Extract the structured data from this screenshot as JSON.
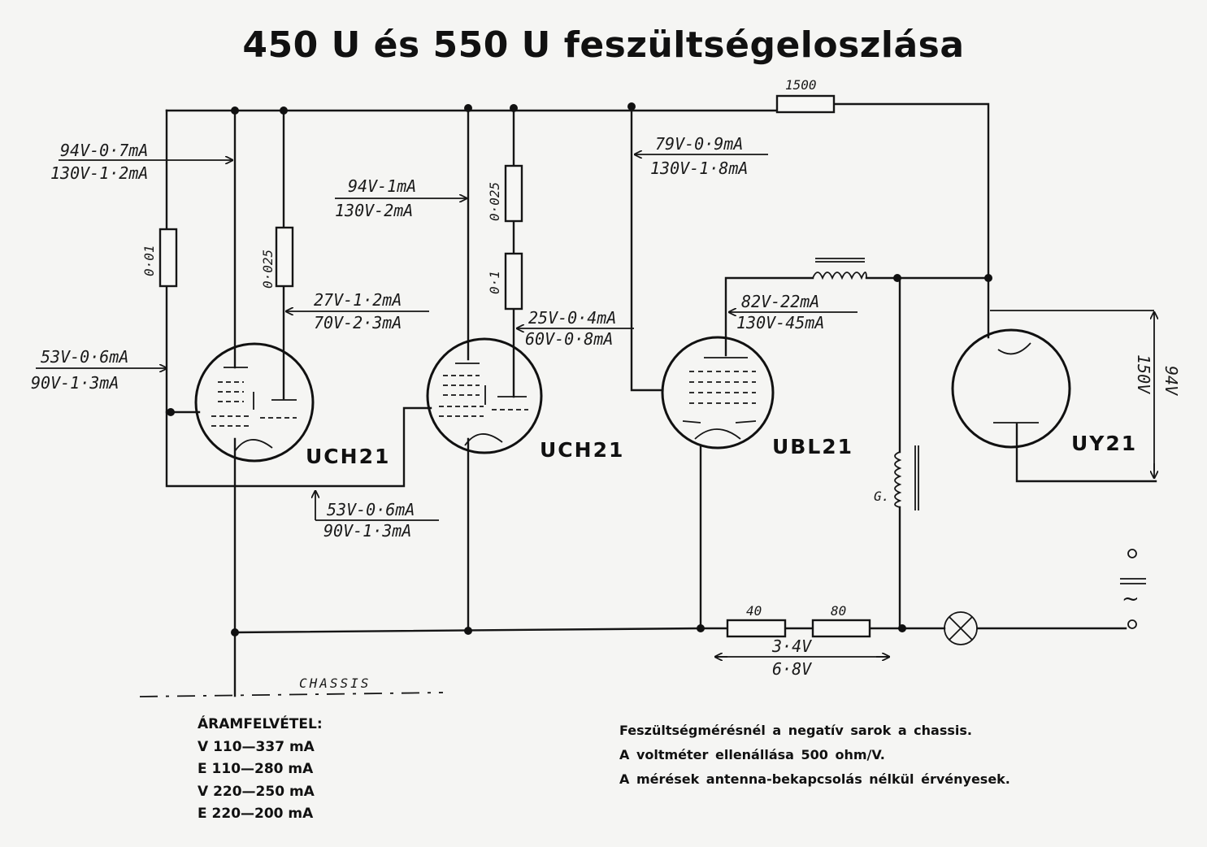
{
  "title": "450 U  és  550 U  feszültségeloszlása",
  "components": {
    "r_top": "1500",
    "r_left_1": "0·01",
    "r_left_2": "0·025",
    "r_mid_1": "0·025",
    "r_mid_2": "0·1",
    "r_bot_1": "40",
    "r_bot_2": "80",
    "choke": "G."
  },
  "tubes": [
    "UCH21",
    "UCH21",
    "UBL21",
    "UY21"
  ],
  "measurements": {
    "m1": [
      "94V-0·7mA",
      "130V-1·2mA"
    ],
    "m2": [
      "53V-0·6mA",
      "90V-1·3mA"
    ],
    "m3": [
      "27V-1·2mA",
      "70V-2·3mA"
    ],
    "m4": [
      "94V-1mA",
      "130V-2mA"
    ],
    "m5": [
      "25V-0·4mA",
      "60V-0·8mA"
    ],
    "m6": [
      "79V-0·9mA",
      "130V-1·8mA"
    ],
    "m7": [
      "82V-22mA",
      "130V-45mA"
    ],
    "m8": [
      "53V-0·6mA",
      "90V-1·3mA"
    ],
    "m9": [
      "150V",
      "94V"
    ],
    "m10": [
      "3·4V",
      "6·8V"
    ]
  },
  "chassis_label": "CHASSIS",
  "consumption": {
    "heading": "ÁRAMFELVÉTEL:",
    "rows": [
      "V 110—337 mA",
      "E 110—280 mA",
      "V 220—250 mA",
      "E 220—200 mA"
    ]
  },
  "notes": [
    "Feszültségmérésnél a negatív sarok a chassis.",
    "A voltméter ellenállása 500 ohm/V.",
    "A mérések antenna-bekapcsolás nélkül érvényesek."
  ],
  "mains_symbol": "~"
}
